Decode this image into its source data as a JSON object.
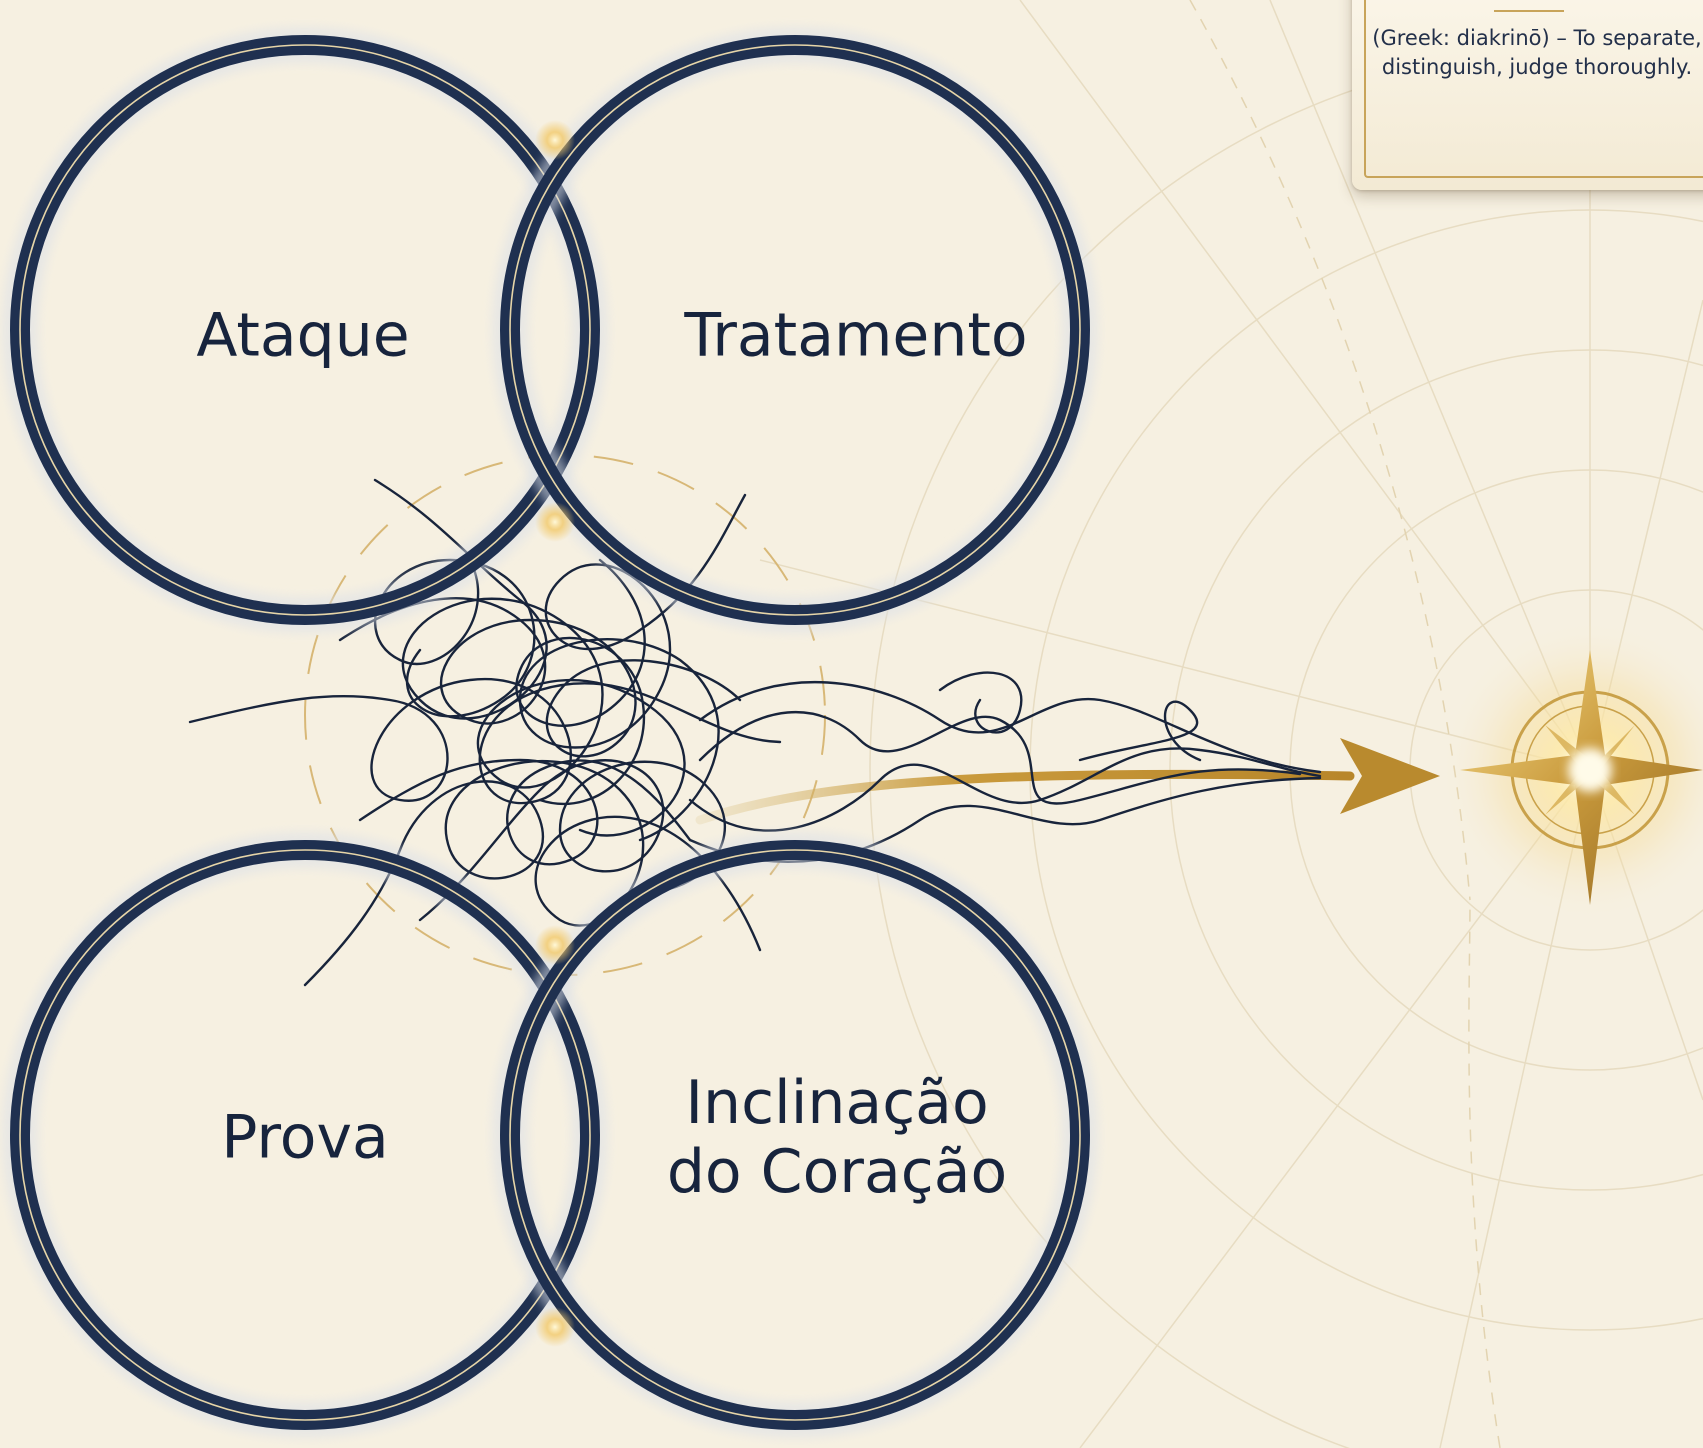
{
  "circles": {
    "top_left": "Ataque",
    "top_right": "Tratamento",
    "bottom_left": "Prova",
    "bottom_right_line1": "Inclinação",
    "bottom_right_line2": "do Coração"
  },
  "definition": {
    "text": "(Greek: diakrinō) – To separate, distinguish, judge thoroughly."
  },
  "colors": {
    "background": "#f6f0e1",
    "ring": "#1e304d",
    "gold": "#c9a14a",
    "thread": "#17233a"
  },
  "icons": {
    "compass": "compass-rose-icon",
    "arrow": "gold-arrow-icon"
  }
}
